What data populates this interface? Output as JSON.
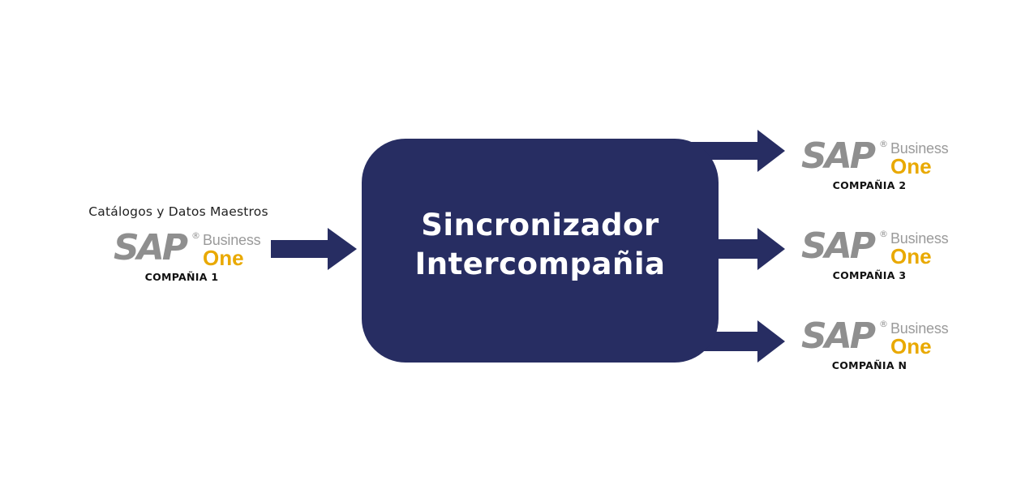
{
  "colors": {
    "hub_fill": "#272d62",
    "arrow_fill": "#272d62",
    "sap_gray": "#8f8f8f",
    "one_yellow": "#e9a900"
  },
  "source": {
    "label": "Catálogos y Datos Maestros",
    "logo": {
      "sap": "SAP",
      "registered": "®",
      "business": "Business",
      "one": "One"
    },
    "company": "COMPAÑIA 1"
  },
  "hub": {
    "line1": "Sincronizador",
    "line2": "Intercompañia"
  },
  "targets": [
    {
      "logo": {
        "sap": "SAP",
        "registered": "®",
        "business": "Business",
        "one": "One"
      },
      "company": "COMPAÑIA 2"
    },
    {
      "logo": {
        "sap": "SAP",
        "registered": "®",
        "business": "Business",
        "one": "One"
      },
      "company": "COMPAÑIA 3"
    },
    {
      "logo": {
        "sap": "SAP",
        "registered": "®",
        "business": "Business",
        "one": "One"
      },
      "company": "COMPAÑIA N"
    }
  ]
}
